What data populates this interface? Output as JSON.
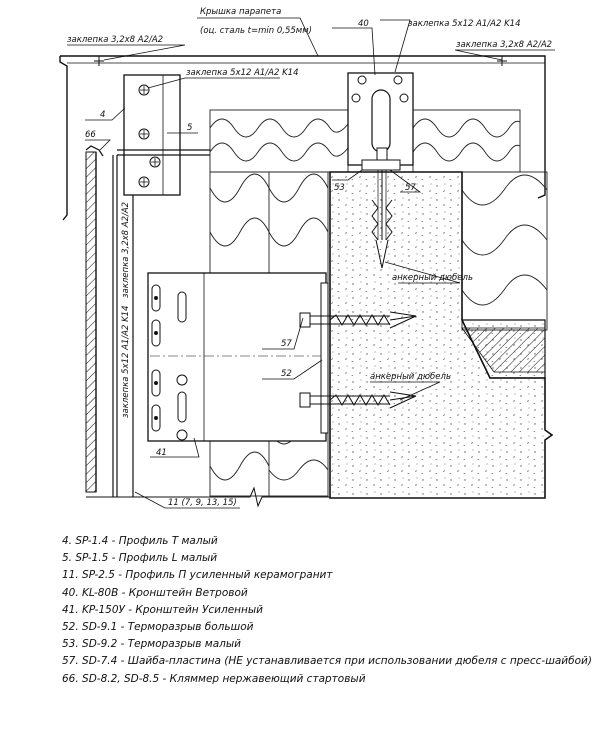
{
  "callouts": {
    "parapet_cap_line1": "Крышка парапета",
    "parapet_cap_line2": "(оц. сталь t=min 0,55мм)",
    "rivet_left": "заклепка 3,2х8 A2/A2",
    "rivet_right": "заклепка 3,2х8 A2/A2",
    "rivet_bracket": "заклепка 5х12 A1/A2 K14",
    "rivet_top_right": "заклепка 5х12 A1/A2 K14",
    "rivet_vertical_1": "заклепка 3,2х8 A2/A2",
    "rivet_vertical_2": "заклепка 5х12 A1/A2 K14",
    "anchor_dowel_1": "анкерный дюбель",
    "anchor_dowel_2": "анкерный дюбель",
    "num_4": "4",
    "num_5": "5",
    "num_66": "66",
    "num_40": "40",
    "num_53": "53",
    "num_57_top": "57",
    "num_57_mid": "57",
    "num_52": "52",
    "num_41": "41",
    "num_11": "11 (7, 9, 13, 15)"
  },
  "legend": [
    "4. SP-1.4 - Профиль Т малый",
    "5. SP-1.5 - Профиль L малый",
    "11. SP-2.5 - Профиль П усиленный керамогранит",
    "40. KL-80B - Кронштейн Ветровой",
    "41. KP-150У - Кронштейн Усиленный",
    "52. SD-9.1 - Терморазрыв большой",
    "53. SD-9.2 - Терморазрыв малый",
    "57. SD-7.4 - Шайба-пластина (НЕ устанавливается при использовании дюбеля с пресс-шайбой)",
    "66. SD-8.2, SD-8.5 - Кляммер нержавеющий стартовый"
  ],
  "colors": {
    "line": "#111111",
    "concrete_dot": "#555555",
    "insulation": "#222222"
  }
}
